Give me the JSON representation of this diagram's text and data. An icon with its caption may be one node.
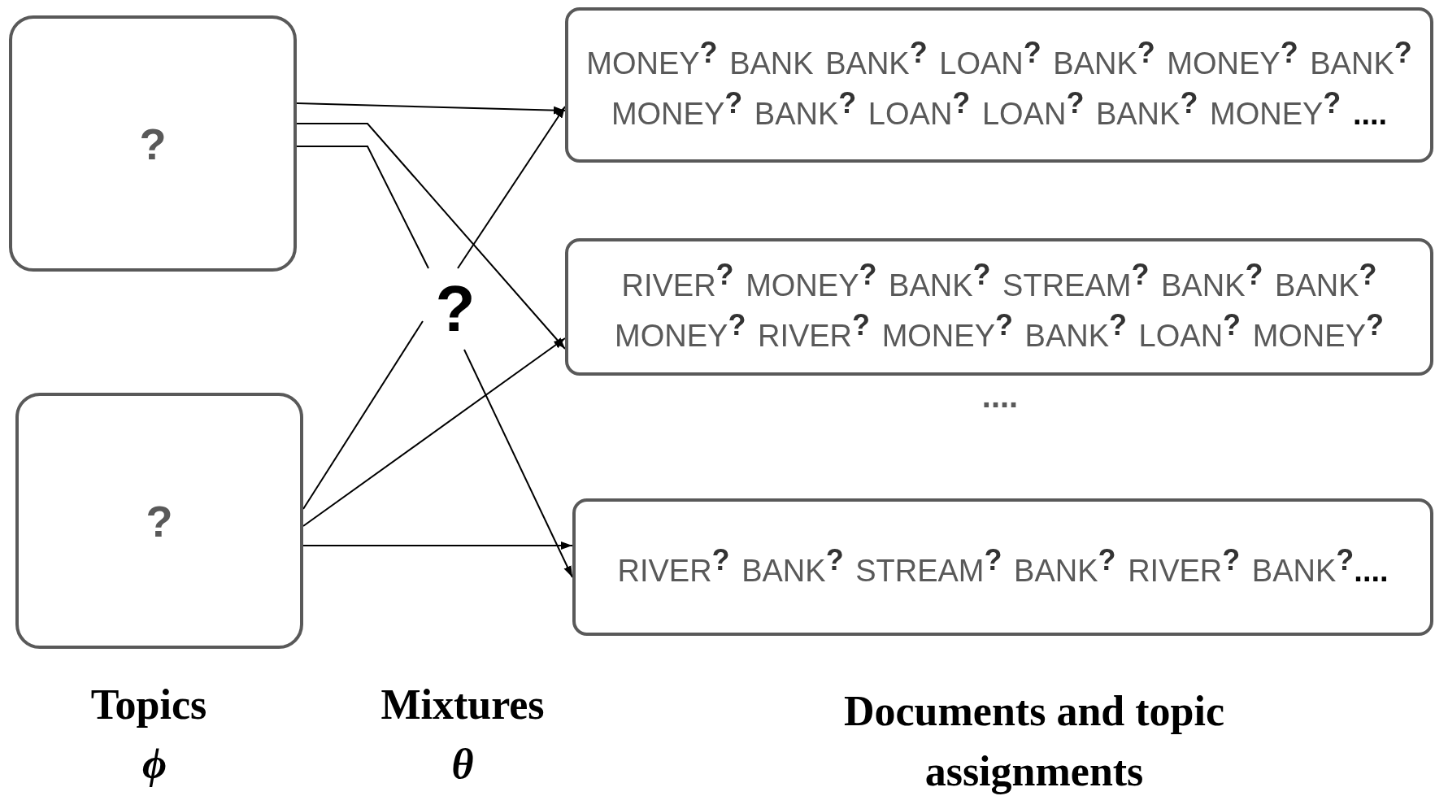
{
  "diagram": {
    "nodes": [
      {
        "text": [
          "?"
        ]
      },
      {
        "text": [
          "?"
        ]
      },
      {
        "text": [
          "?"
        ]
      },
      {
        "text": [
          "MONEY$^{?}$ BANK BANK$^{?}$ LOAN$^{?}$ BANK$^{?}$ MONEY$^{?}$ BANK$^{?}$ MONEY$^{?}$ BANK$^{?}$ LOAN$^{?}$ LOAN$^{?}$ BANK$^{?}$ MONEY$^{?}$ **....**"
        ]
      },
      {
        "text": [
          "RIVER$^{?}$ MONEY$^{?}$ BANK$^{?}$ STREAM$^{?}$ BANK$^{?}$ BANK$^{?}$ MONEY$^{?}$ RIVER$^{?}$ MONEY$^{?}$ BANK$^{?}$ LOAN$^{?}$ MONEY$^{?}$"
        ]
      },
      {
        "text": [
          "RIVER$^{?}$ BANK$^{?}$ STREAM$^{?}$ BANK$^{?}$ RIVER$^{?}$ BANK$^{?}$**....**"
        ]
      }
    ],
    "edges": [
      {
        "from": 0,
        "to": 3,
        "arrow": "to"
      },
      {
        "from": 0,
        "to": 4,
        "arrow": "to"
      },
      {
        "from": 0,
        "to": 2,
        "arrow": "none"
      },
      {
        "from": 2,
        "to": 3,
        "arrow": "to"
      },
      {
        "from": 1,
        "to": 2,
        "arrow": "none"
      },
      {
        "from": 1,
        "to": 4,
        "arrow": "to"
      },
      {
        "from": 1,
        "to": 5,
        "arrow": "to"
      },
      {
        "from": 2,
        "to": 5,
        "arrow": "to"
      }
    ],
    "labels": [
      "....",
      "Topics",
      "ϕ",
      "Mixtures",
      "θ",
      "Documents and topic assignments"
    ]
  }
}
